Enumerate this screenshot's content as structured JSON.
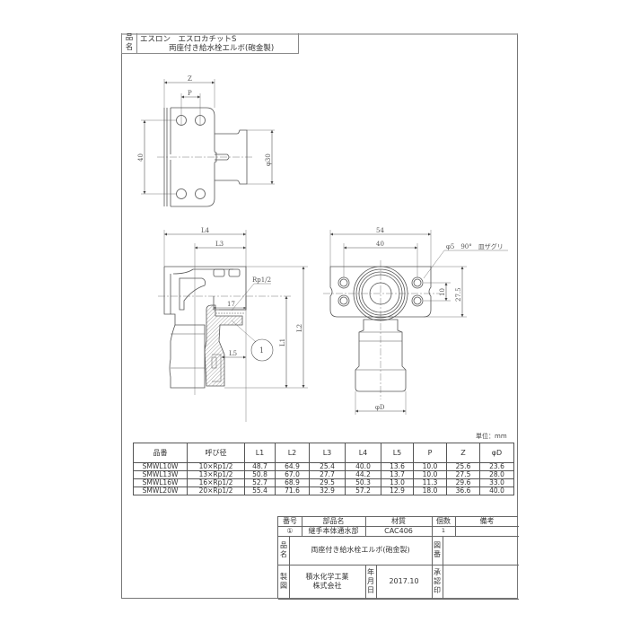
{
  "title_box": {
    "label": "品名",
    "line1": "エスロン　エスロカチットS",
    "line2": "両座付き給水栓エルボ(砲金製)"
  },
  "drawing": {
    "top_view": {
      "dims": {
        "z": "Z",
        "p": "P",
        "height": "40",
        "dia": "φ30"
      }
    },
    "front_view": {
      "dims": {
        "l4": "L4",
        "l3": "L3",
        "thread": "Rp1/2",
        "depth": "17",
        "l5": "L5",
        "l1": "L1",
        "l2": "L2"
      },
      "balloon": "1"
    },
    "side_view": {
      "dims": {
        "width": "54",
        "pitch": "40",
        "hole_note": "φ5　90°　皿ザグリ",
        "v_pitch": "10",
        "height": "27.5",
        "dia": "φD"
      }
    }
  },
  "spec_table": {
    "unit": "単位：mm",
    "headers": [
      "品番",
      "呼び径",
      "L1",
      "L2",
      "L3",
      "L4",
      "L5",
      "P",
      "Z",
      "φD"
    ],
    "rows": [
      [
        "SMWL10W",
        "10×Rp1/2",
        "48.7",
        "64.9",
        "25.4",
        "40.0",
        "13.6",
        "10.0",
        "25.6",
        "23.6"
      ],
      [
        "SMWL13W",
        "13×Rp1/2",
        "50.8",
        "67.0",
        "27.7",
        "44.2",
        "13.7",
        "10.0",
        "27.5",
        "28.0"
      ],
      [
        "SMWL16W",
        "16×Rp1/2",
        "52.7",
        "68.9",
        "29.5",
        "50.3",
        "13.0",
        "11.3",
        "29.6",
        "33.0"
      ],
      [
        "SMWL20W",
        "20×Rp1/2",
        "55.4",
        "71.6",
        "32.9",
        "57.2",
        "12.9",
        "18.0",
        "36.6",
        "40.0"
      ]
    ]
  },
  "title_block": {
    "headers": {
      "no": "番号",
      "part_name": "部品名",
      "material": "材質",
      "qty": "個数",
      "remarks": "備考"
    },
    "part": {
      "no": "①",
      "name": "継手本体通水部",
      "material": "CAC406",
      "qty": "1",
      "remarks": ""
    },
    "product_label": "品名",
    "product_name": "両座付き給水栓エルボ(砲金製)",
    "drawing_no_label": "図番",
    "drawing_no": "",
    "drafter_label": "製図",
    "company_line1": "積水化学工業",
    "company_line2": "株式会社",
    "date_label": "年月日",
    "date": "2017.10",
    "approval_label": "承認印",
    "approval": ""
  }
}
